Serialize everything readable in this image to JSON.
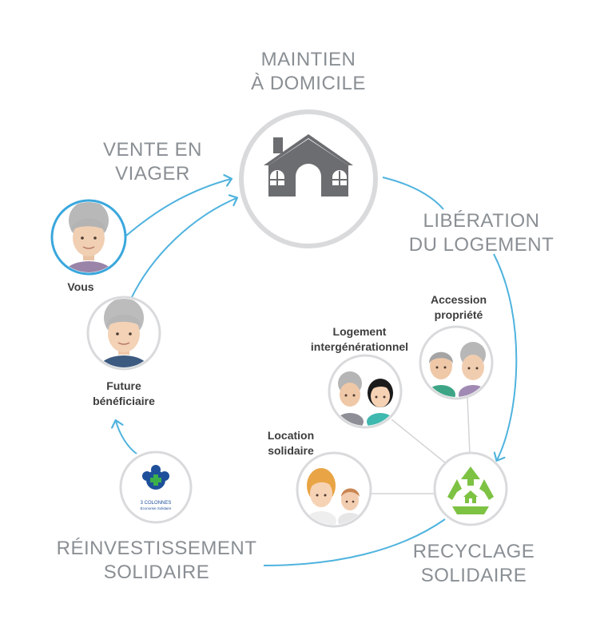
{
  "stages": {
    "maintien": {
      "line1": "MAINTIEN",
      "line2": "À DOMICILE"
    },
    "vente": {
      "line1": "VENTE EN",
      "line2": "VIAGER"
    },
    "liberation": {
      "line1": "LIBÉRATION",
      "line2": "DU LOGEMENT"
    },
    "recyclage": {
      "line1": "RECYCLAGE",
      "line2": "SOLIDAIRE"
    },
    "reinvestissement": {
      "line1": "RÉINVESTISSEMENT",
      "line2": "SOLIDAIRE"
    }
  },
  "nodes": {
    "vous": {
      "label": "Vous"
    },
    "future": {
      "line1": "Future",
      "line2": "bénéficiaire"
    },
    "accession": {
      "line1": "Accession",
      "line2": "propriété"
    },
    "logement": {
      "line1": "Logement",
      "line2": "intergénérationnel"
    },
    "location": {
      "line1": "Location",
      "line2": "solidaire"
    }
  },
  "logo": {
    "line1": "3 COLONNES",
    "line2": "Economie Solidaire"
  },
  "colors": {
    "flow_arrow": "#4fb3de",
    "circle_border": "#d9dadc",
    "vous_border": "#3aa7dd",
    "house": "#6b6d70",
    "recycle": "#7dc243",
    "label_text": "#8a8f94"
  },
  "icons": {
    "house": "house-icon",
    "recycle": "recycle-icon",
    "logo": "association-logo-icon"
  }
}
